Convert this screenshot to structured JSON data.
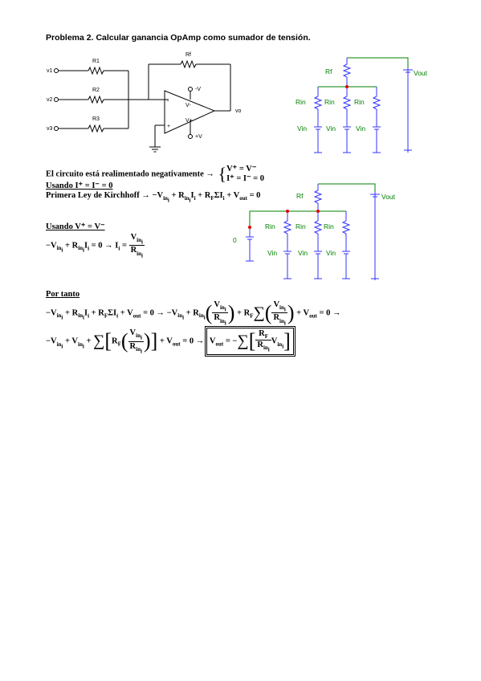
{
  "title": "Problema 2. Calcular ganancia OpAmp como sumador de tensión.",
  "circuit1": {
    "labels": {
      "v1": "v1",
      "v2": "v2",
      "v3": "v3",
      "r1": "R1",
      "r2": "R2",
      "r3": "R3",
      "rf": "Rf",
      "vo": "vo",
      "vneg": "-V",
      "vpos": "+V",
      "vminus": "V-",
      "vplus": "V+",
      "minus": "-",
      "plus": "+"
    }
  },
  "circuit2": {
    "labels": {
      "rf": "Rf",
      "vout": "Vout",
      "rin1": "Rin",
      "rin2": "Rin",
      "rin3": "Rin",
      "vin1": "Vin",
      "vin2": "Vin",
      "vin3": "Vin"
    }
  },
  "circuit3": {
    "labels": {
      "rf": "Rf",
      "vout": "Vout",
      "rin1": "Rin",
      "rin2": "Rin",
      "rin3": "Rin",
      "vin1": "Vin",
      "vin2": "Vin",
      "vin3": "Vin",
      "zero": "0"
    }
  },
  "text": {
    "feedback": "El circuito está realimentado negativamente →",
    "sys1": "V⁺ = V⁻",
    "sys2": "I⁺ = I⁻ = 0",
    "using_i": "Usando I⁺ = I⁻ = 0",
    "kirchhoff_label": "Primera Ley de Kirchhoff →",
    "using_v": "Usando V⁺ = V⁻",
    "therefore": "Por tanto"
  },
  "colors": {
    "green": "#008000",
    "blue": "#3333ff",
    "red": "#e00000",
    "wire": "#000000"
  }
}
